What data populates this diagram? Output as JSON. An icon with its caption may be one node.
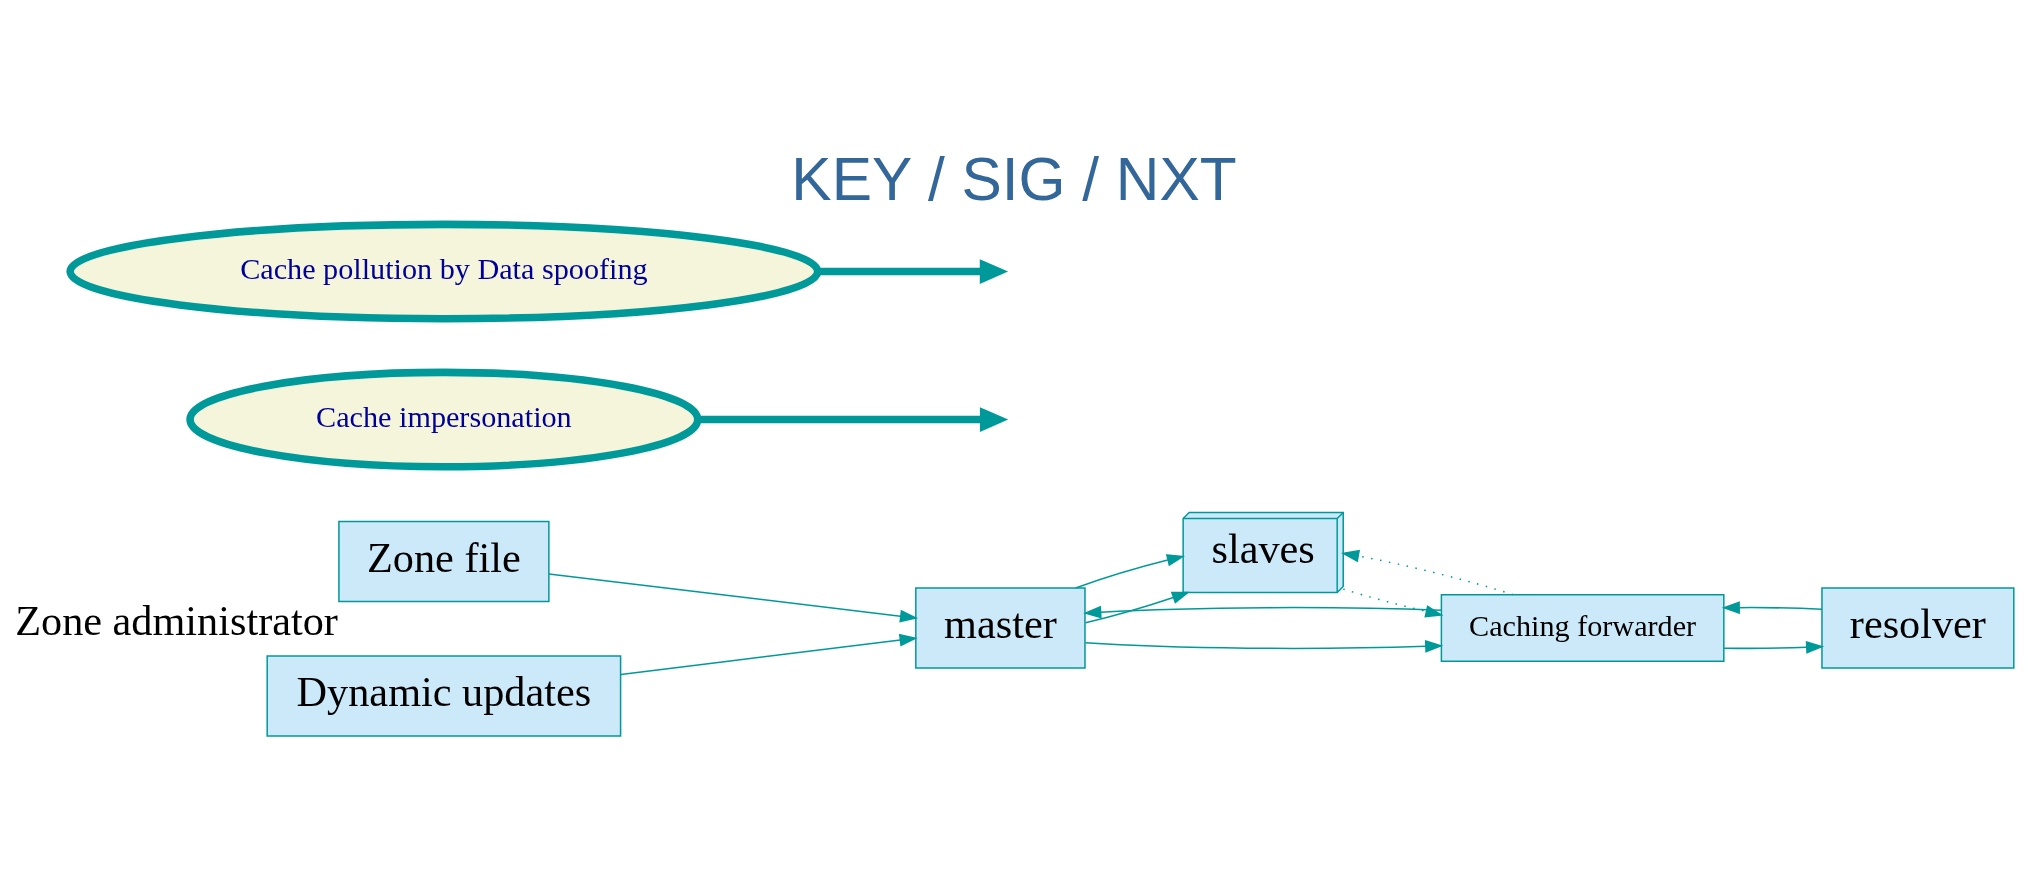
{
  "diagram": {
    "title": "KEY / SIG / NXT",
    "nodes": [
      {
        "text": [
          "Zone file"
        ],
        "beside": [
          "Zone administrator"
        ]
      },
      {
        "text": [
          "master"
        ]
      },
      {
        "text": [
          "Dynamic updates"
        ]
      },
      {
        "text": [
          "slaves"
        ]
      },
      {
        "text": [
          "Caching forwarder"
        ]
      },
      {
        "text": [
          "resolver"
        ]
      },
      {
        "text": [
          "Cache impersonation"
        ]
      },
      {
        "text": [
          "Cache pollution by Data spoofing"
        ]
      }
    ],
    "edges": [
      {
        "from": 0,
        "to": 1,
        "arrow": "to"
      },
      {
        "from": 2,
        "to": 1,
        "arrow": "to"
      },
      {
        "from": 4,
        "to": 1,
        "arrow": "to"
      },
      {
        "from": 1,
        "to": 4,
        "arrow": "to"
      },
      {
        "from": 1,
        "to": 3,
        "arrow": "to"
      },
      {
        "from": 1,
        "to": 3,
        "arrow": "to"
      },
      {
        "from": 4,
        "to": 3,
        "arrow": "to",
        "style": "dashed"
      },
      {
        "from": 3,
        "to": 4,
        "arrow": "to",
        "style": "dashed"
      },
      {
        "from": 4,
        "to": 5,
        "arrow": "to"
      },
      {
        "from": 5,
        "to": 4,
        "arrow": "to"
      },
      {
        "from": 6,
        "to": null,
        "arrow": "to",
        "style": "thick"
      },
      {
        "from": 7,
        "to": null,
        "arrow": "to",
        "style": "thick"
      }
    ]
  }
}
